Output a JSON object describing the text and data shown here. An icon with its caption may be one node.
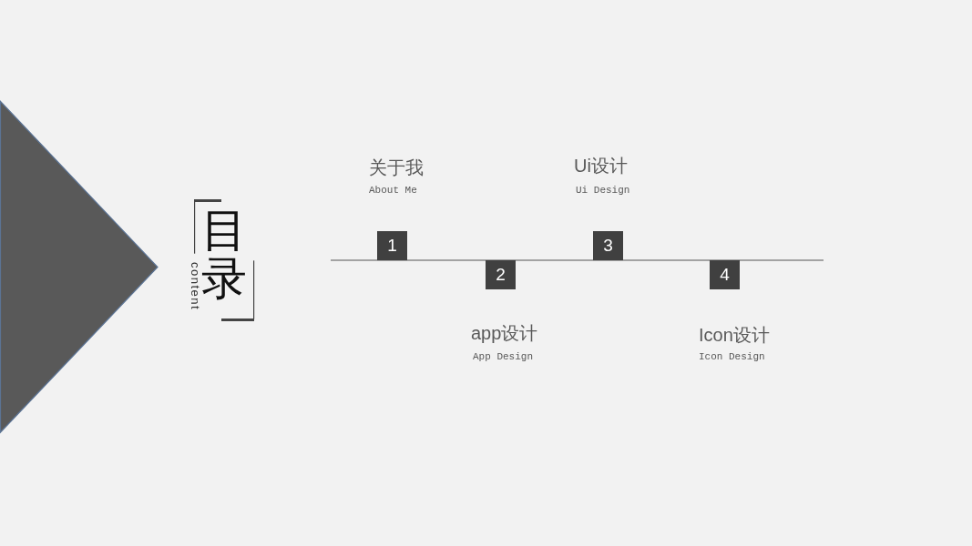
{
  "diagram": {
    "title": "目录",
    "nodes": [
      {
        "text": [],
        "shape": "triangle"
      },
      {
        "text": [
          "1"
        ],
        "beside": [
          "关于我",
          "About Me"
        ]
      },
      {
        "text": [
          "2"
        ],
        "beside": [
          "app设计",
          "App Design"
        ]
      },
      {
        "text": [
          "3"
        ],
        "beside": [
          "Ui设计",
          "Ui Design"
        ]
      },
      {
        "text": [
          "4"
        ],
        "beside": [
          "Icon设计",
          "Icon Design"
        ]
      }
    ],
    "labels": [
      "content"
    ]
  }
}
